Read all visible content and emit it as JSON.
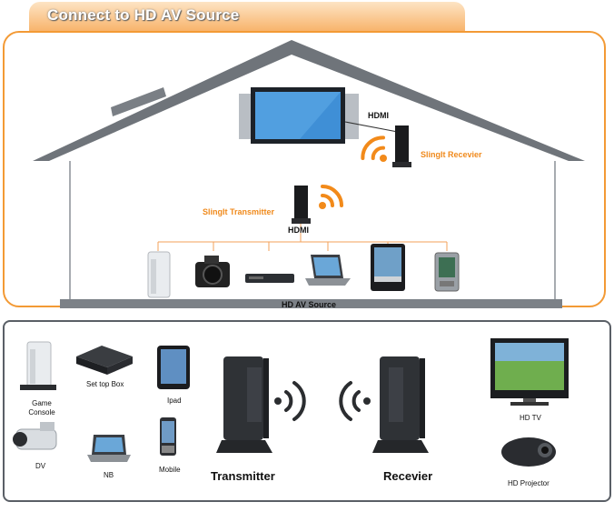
{
  "header": {
    "title": "Connect to HD AV Source"
  },
  "house": {
    "hdmi_top": "HDMI",
    "receiver_label": "SlingIt Recevier",
    "transmitter_label": "SlingIt Transmitter",
    "hdmi_bottom": "HDMI",
    "source_label": "HD AV Source"
  },
  "devices": {
    "game_console": "Game\nConsole",
    "set_top_box": "Set top Box",
    "ipad": "Ipad",
    "dv": "DV",
    "nb": "NB",
    "mobile": "Mobile",
    "transmitter": "Transmitter",
    "receiver": "Recevier",
    "hd_tv": "HD TV",
    "hd_projector": "HD Projector"
  },
  "colors": {
    "accent": "#f39a35",
    "wifi": "#f28a1a",
    "bottom_border": "#5a5f66"
  }
}
